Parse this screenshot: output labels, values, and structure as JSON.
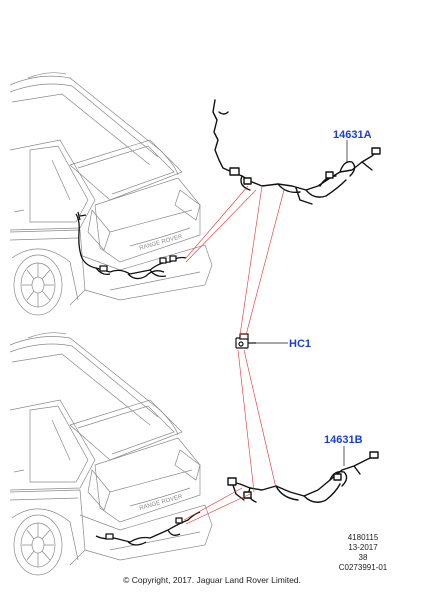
{
  "callouts": {
    "upper_harness": "14631A",
    "connector": "HC1",
    "lower_harness": "14631B"
  },
  "reference": {
    "line1": "4180115",
    "line2": "13-2017",
    "line3": "38",
    "line4": "C0273991-01"
  },
  "copyright": "© Copyright, 2017. Jaguar Land Rover Limited.",
  "colors": {
    "callout_text": "#1a3fd6",
    "leader_line": "#e03030",
    "vehicle_line": "#8a8a8a",
    "harness": "#111111"
  },
  "badge_text": "RANGE ROVER"
}
